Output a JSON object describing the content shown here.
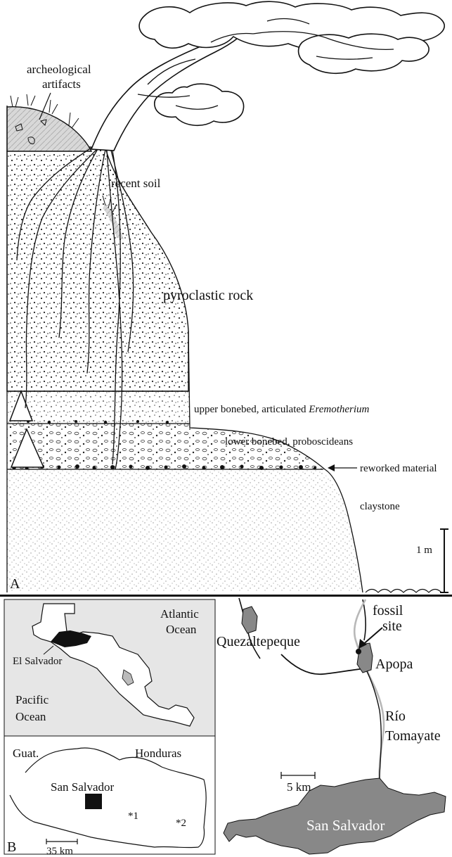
{
  "panel_a": {
    "panel_label": "A",
    "labels": {
      "archeological_1": "archeological",
      "archeological_2": "artifacts",
      "recent_soil": "recent soil",
      "pyroclastic_rock": "pyroclastic rock",
      "upper_bonebed_prefix": "upper bonebed, articulated ",
      "upper_bonebed_taxon": "Eremotherium",
      "lower_bonebed": "lower bonebed, proboscideans",
      "reworked_material": "reworked material",
      "claystone": "claystone",
      "scale": "1 m"
    }
  },
  "panel_b": {
    "panel_label": "B",
    "inset_central_america": {
      "atlantic_1": "Atlantic",
      "atlantic_2": "Ocean",
      "pacific_1": "Pacific",
      "pacific_2": "Ocean",
      "country": "El Salvador"
    },
    "inset_el_salvador": {
      "guatemala": "Guat.",
      "honduras": "Honduras",
      "capital": "San Salvador",
      "site_1": "*1",
      "site_2": "*2",
      "scale": "35 km"
    },
    "local_map": {
      "fossil_site_1": "fossil",
      "fossil_site_2": "site",
      "quezaltepeque": "Quezaltepeque",
      "apopa": "Apopa",
      "river_1": "Río",
      "river_2": "Tomayate",
      "scale": "5 km",
      "city": "San Salvador"
    }
  }
}
